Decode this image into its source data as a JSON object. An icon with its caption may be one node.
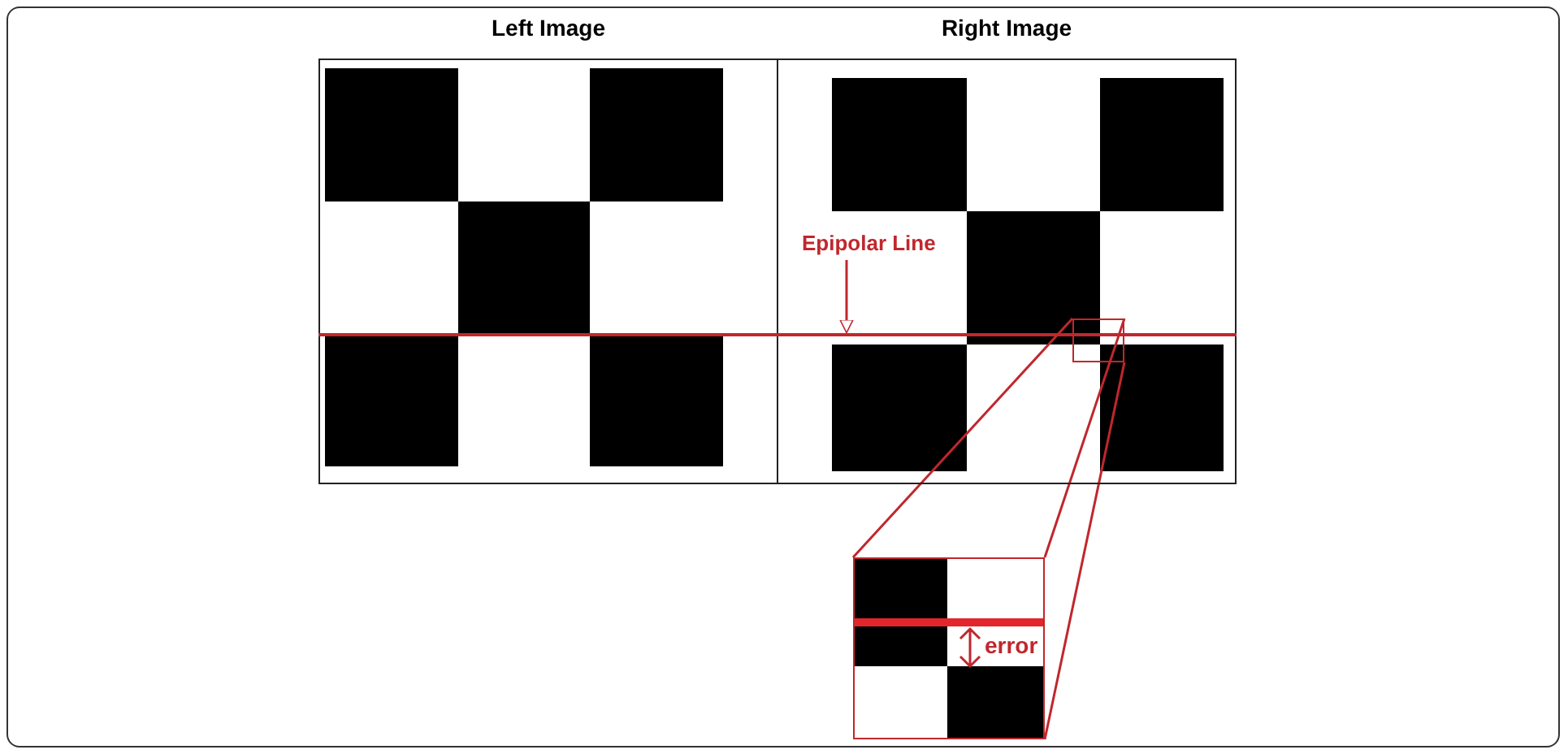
{
  "diagram": {
    "nodes": [
      {
        "text": [
          "Left Image"
        ]
      },
      {
        "text": [
          "Right Image"
        ]
      },
      {
        "text": [
          "Epipolar Line"
        ],
        "in": 1
      },
      {
        "text": [],
        "shape": "box",
        "in": 1
      },
      {
        "text": [],
        "shape": "box"
      },
      {
        "text": [],
        "shape": "bar"
      }
    ],
    "edges": [
      {
        "from": 2,
        "to": 5,
        "arrow": "to",
        "color": "#c0272d"
      },
      {
        "from": 3,
        "to": 4,
        "arrow": "none",
        "color": "#c0272d"
      },
      {
        "from": 3,
        "to": 4,
        "arrow": "none",
        "color": "#c0272d"
      },
      {
        "from": 3,
        "to": 4,
        "arrow": "none",
        "color": "#c0272d"
      }
    ],
    "labels": [
      "error"
    ]
  }
}
